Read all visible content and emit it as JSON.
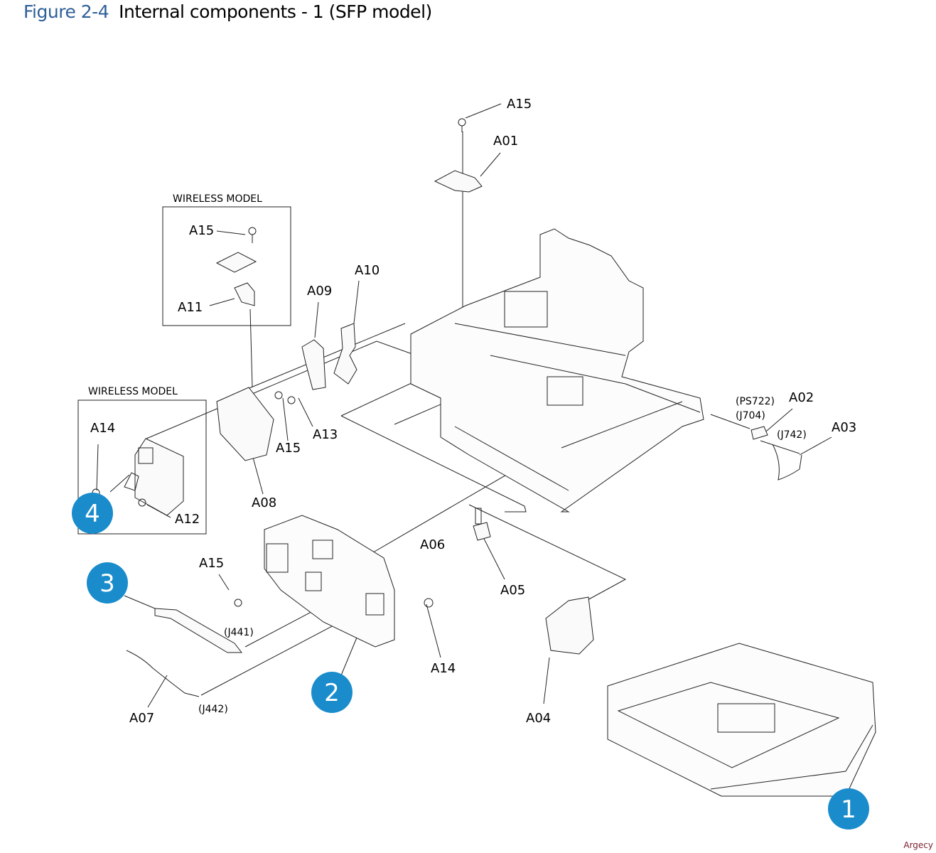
{
  "figure": {
    "number": "Figure 2-4",
    "title": "Internal components - 1 (SFP model)"
  },
  "boxes": [
    {
      "title": "WIRELESS MODEL"
    },
    {
      "title": "WIRELESS MODEL"
    }
  ],
  "labels": {
    "a15_top": "A15",
    "a01": "A01",
    "a15_wireless": "A15",
    "a11": "A11",
    "a10": "A10",
    "a09": "A09",
    "a14_wireless": "A14",
    "a12": "A12",
    "a15_mid": "A15",
    "a13": "A13",
    "a08": "A08",
    "a02": "A02",
    "a03": "A03",
    "ps722": "(PS722)",
    "j704": "(J704)",
    "j742": "(J742)",
    "a06": "A06",
    "a05": "A05",
    "a15_low": "A15",
    "a14_low": "A14",
    "j441": "(J441)",
    "j442": "(J442)",
    "a07": "A07",
    "a04": "A04"
  },
  "callouts": [
    "1",
    "2",
    "3",
    "4"
  ],
  "colors": {
    "figure_number": "#2f5f98",
    "callout": "#1a8ccc",
    "watermark": "#7a1e2e"
  },
  "watermark": "Argecy"
}
